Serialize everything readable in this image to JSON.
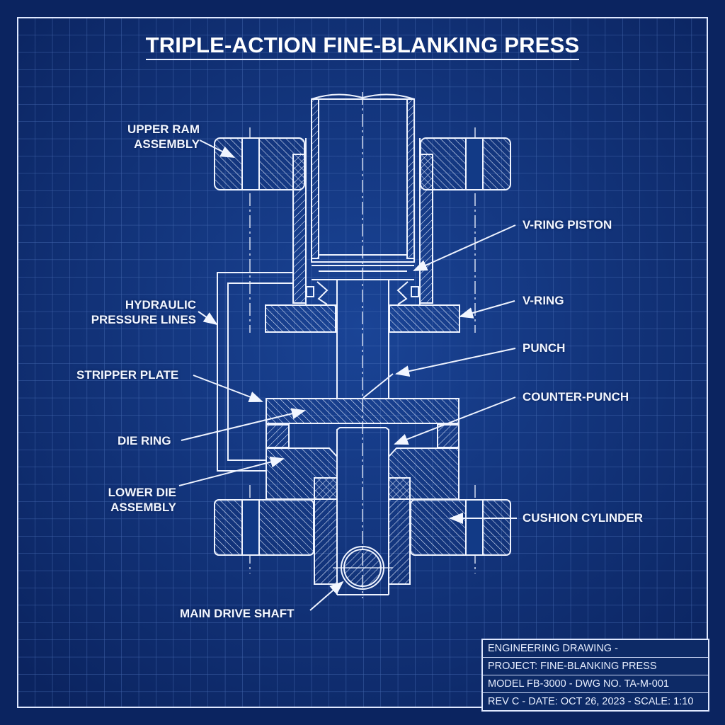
{
  "title": "TRIPLE-ACTION FINE-BLANKING PRESS",
  "colors": {
    "background": "#0d2a68",
    "grid": "#4a6fb8",
    "line": "#eef3ff"
  },
  "labels": {
    "upper_ram": [
      "UPPER RAM",
      "ASSEMBLY"
    ],
    "hydraulic": [
      "HYDRAULIC",
      "PRESSURE LINES"
    ],
    "stripper_plate": "STRIPPER PLATE",
    "die_ring": "DIE RING",
    "lower_die": [
      "LOWER DIE",
      "ASSEMBLY"
    ],
    "main_drive_shaft": "MAIN DRIVE SHAFT",
    "v_ring_piston": "V-RING PISTON",
    "v_ring": "V-RING",
    "punch": "PUNCH",
    "counter_punch": "COUNTER-PUNCH",
    "cushion_cylinder": "CUSHION CYLINDER"
  },
  "title_block": [
    "ENGINEERING DRAWING -",
    "PROJECT: FINE-BLANKING PRESS",
    "MODEL FB-3000 - DWG NO. TA-M-001",
    "REV C - DATE: OCT 26, 2023 - SCALE: 1:10"
  ]
}
